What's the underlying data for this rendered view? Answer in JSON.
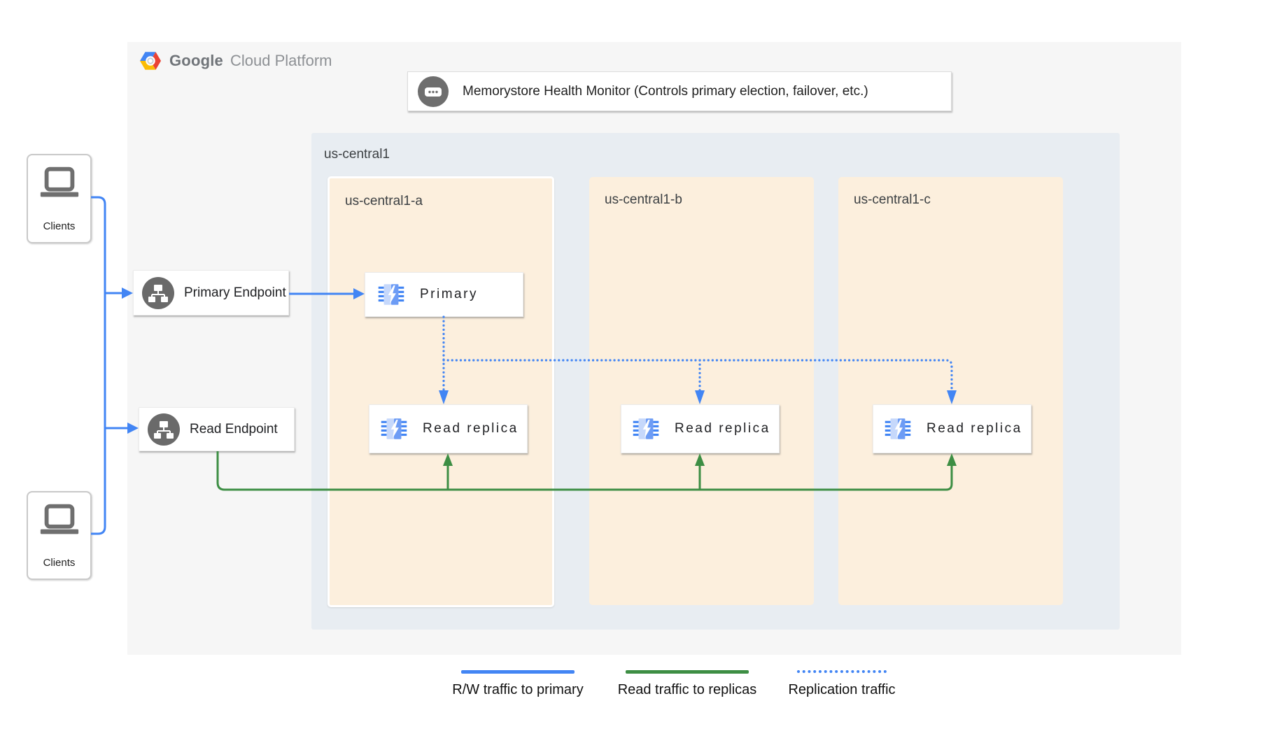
{
  "brand": {
    "name_bold": "Google",
    "name_light": "Cloud Platform"
  },
  "health_monitor": {
    "label": "Memorystore Health Monitor (Controls primary election, failover, etc.)"
  },
  "region": {
    "label": "us-central1",
    "zones": [
      {
        "label": "us-central1-a"
      },
      {
        "label": "us-central1-b"
      },
      {
        "label": "us-central1-c"
      }
    ]
  },
  "nodes": {
    "primary": {
      "label": "Primary"
    },
    "read_replica": {
      "label": "Read replica"
    },
    "primary_endpoint": {
      "label": "Primary Endpoint"
    },
    "read_endpoint": {
      "label": "Read Endpoint"
    },
    "clients": {
      "label": "Clients"
    }
  },
  "legend": {
    "items": [
      {
        "label": "R/W traffic to primary",
        "line": "solid",
        "color": "#4285f4"
      },
      {
        "label": "Read traffic to replicas",
        "line": "solid",
        "color": "#3d8e44"
      },
      {
        "label": "Replication traffic",
        "line": "dotted",
        "color": "#4285f4"
      }
    ]
  },
  "colors": {
    "rw_traffic_blue": "#4285f4",
    "read_traffic_green": "#3d8e44",
    "replication_blue": "#4285f4",
    "panel_bg": "#f6f6f6",
    "region_bg": "#e8edf2",
    "zone_bg": "#fcefdd",
    "icon_gray": "#6e6e6e"
  }
}
